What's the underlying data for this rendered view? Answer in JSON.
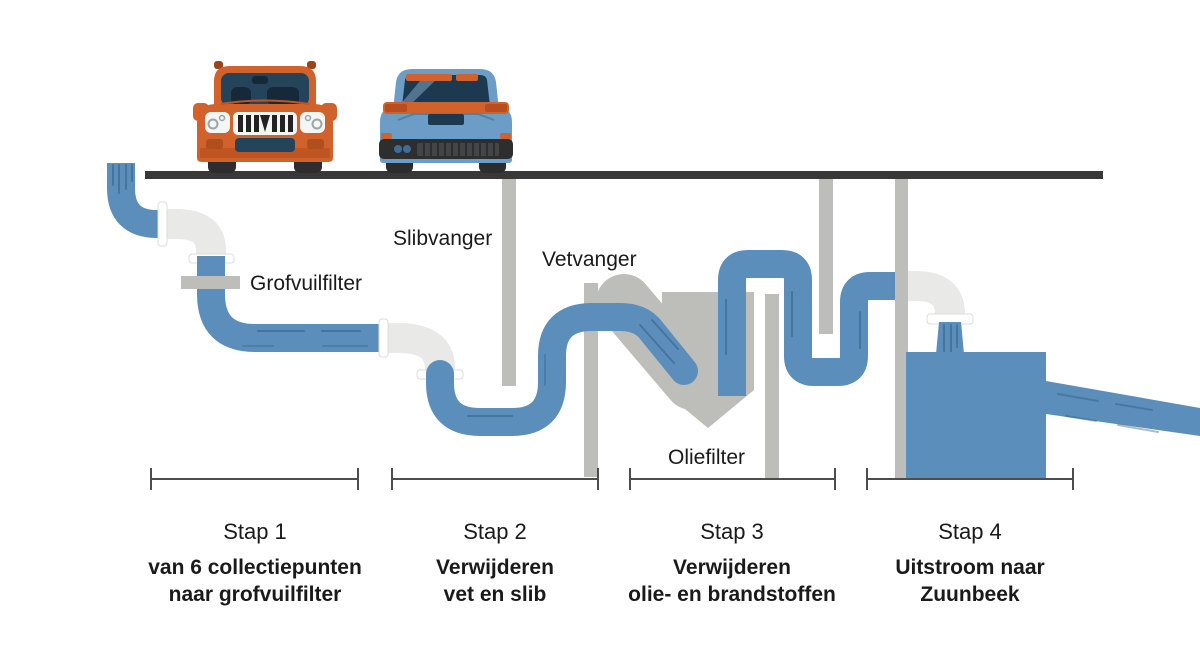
{
  "diagram": {
    "labels": {
      "grofvuilfilter": "Grofvuilfilter",
      "slibvanger": "Slibvanger",
      "vetvanger": "Vetvanger",
      "oliefilter": "Oliefilter"
    },
    "steps": [
      {
        "name": "Stap 1",
        "line1": "van 6 collectiepunten",
        "line2": "naar grofvuilfilter"
      },
      {
        "name": "Stap 2",
        "line1": "Verwijderen",
        "line2": "vet en slib"
      },
      {
        "name": "Stap 3",
        "line1": "Verwijderen",
        "line2": "olie- en brandstoffen"
      },
      {
        "name": "Stap 4",
        "line1": "Uitstroom naar",
        "line2": "Zuunbeek"
      }
    ],
    "colors": {
      "water_blue": "#5C8EBB",
      "water_streak": "#2C5B80",
      "pipe_white": "#E9E9E7",
      "fitting_gray": "#BDBDBA",
      "road": "#383838",
      "car_orange": "#D2622B",
      "car_blue": "#6C9DC6",
      "text": "#1A1A1A",
      "bracket": "#4D4D4D"
    }
  }
}
